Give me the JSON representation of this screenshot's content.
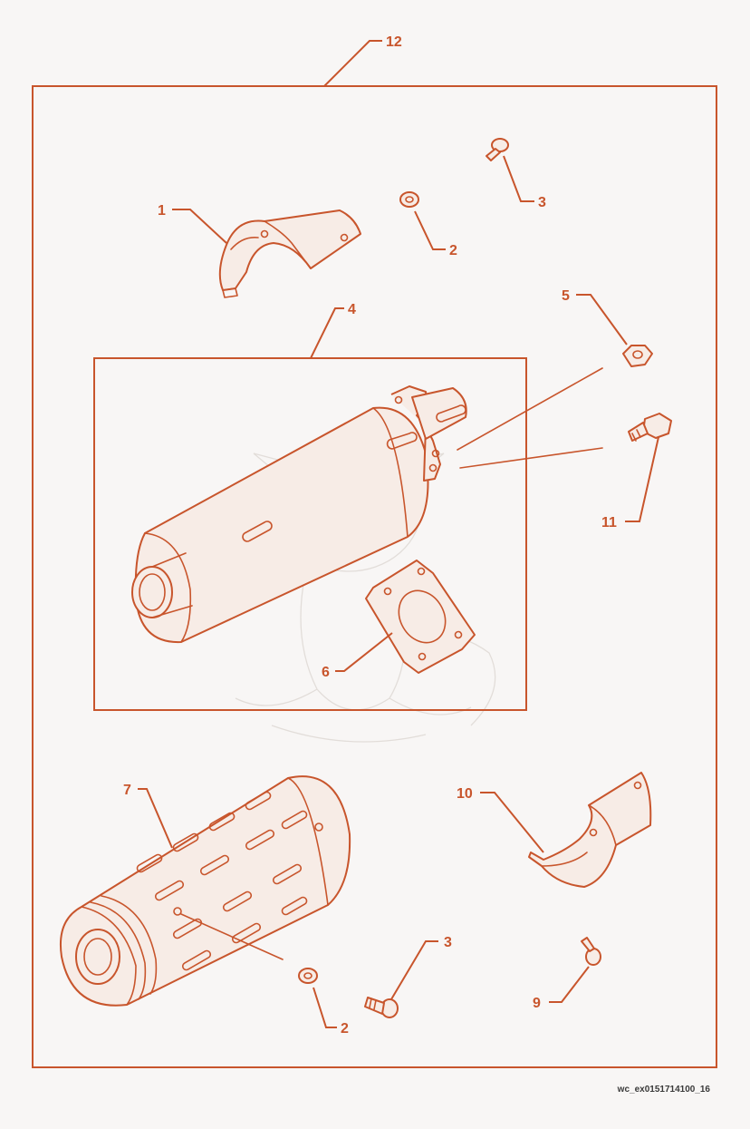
{
  "diagram": {
    "accent_color": "#c8552c",
    "background_color": "#f8f6f5",
    "reference_code": "wc_ex0151714100_16",
    "callouts": {
      "c1": "1",
      "c2_top": "2",
      "c3_top": "3",
      "c4": "4",
      "c5": "5",
      "c6": "6",
      "c7": "7",
      "c2_bottom": "2",
      "c3_bottom": "3",
      "c9": "9",
      "c10": "10",
      "c11": "11",
      "c12": "12"
    }
  }
}
